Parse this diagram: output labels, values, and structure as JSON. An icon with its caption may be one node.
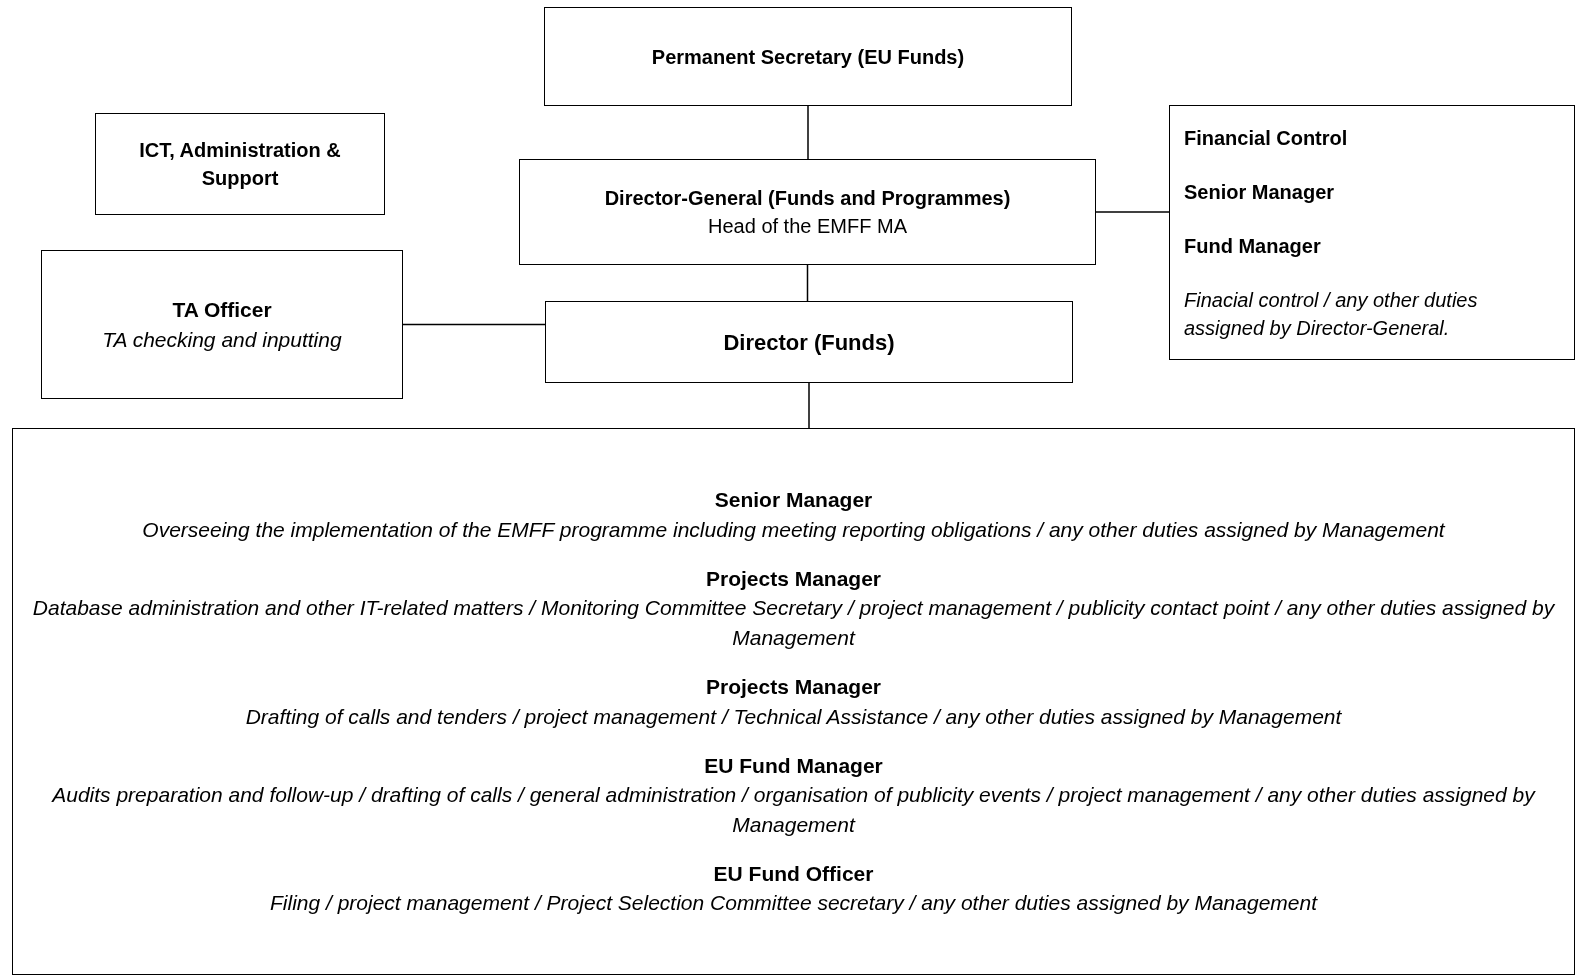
{
  "diagram": {
    "nodes": [
      {
        "text": [
          "Permanent Secretary (EU Funds)"
        ]
      },
      {
        "text": [
          "ICT, Administration & Support"
        ]
      },
      {
        "text": [
          "Director-General (Funds and Programmes)",
          "Head of the EMFF MA"
        ]
      },
      {
        "text": [
          "Financial Control",
          "Senior Manager",
          "Fund Manager",
          "Finacial control / any other duties assigned by Director-General."
        ]
      },
      {
        "text": [
          "TA Officer",
          "TA checking and inputting"
        ]
      },
      {
        "text": [
          "Director (Funds)"
        ]
      },
      {
        "text": [
          "Senior Manager",
          "Overseeing the implementation of the EMFF programme including meeting reporting obligations / any other duties assigned by Management",
          "Projects Manager",
          "Database administration and other IT-related matters / Monitoring Committee Secretary / project management / publicity contact point / any other duties assigned by Management",
          "Projects Manager",
          "Drafting of calls and tenders / project management / Technical Assistance / any other duties assigned by Management",
          "EU Fund Manager",
          "Audits preparation and follow-up / drafting of calls / general administration / organisation of publicity events / project management / any other duties assigned by Management",
          "EU Fund Officer",
          "Filing / project management / Project Selection Committee secretary / any other duties assigned by Management"
        ]
      }
    ],
    "edges": [
      {
        "from": 0,
        "to": 2,
        "arrow": "none"
      },
      {
        "from": 2,
        "to": 3,
        "arrow": "none"
      },
      {
        "from": 2,
        "to": 5,
        "arrow": "none"
      },
      {
        "from": 4,
        "to": 5,
        "arrow": "none"
      },
      {
        "from": 5,
        "to": 6,
        "arrow": "none"
      }
    ]
  }
}
